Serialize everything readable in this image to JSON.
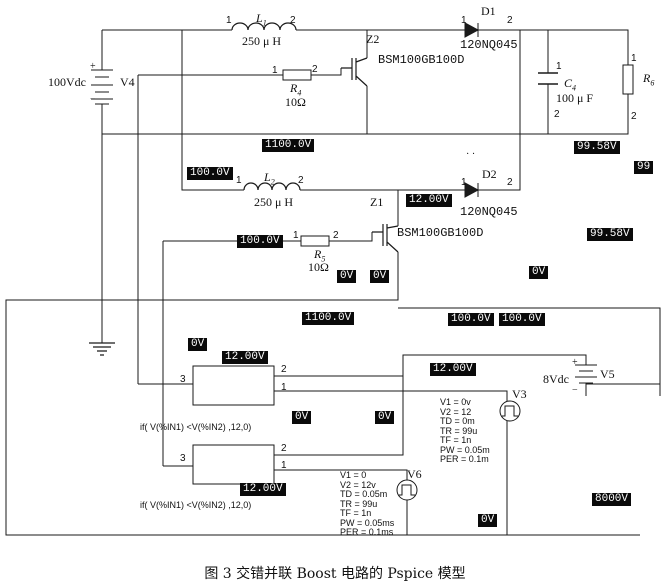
{
  "components": {
    "L1": {
      "name": "L",
      "sub": "1",
      "value": "250 μ H",
      "pin1": "1",
      "pin2": "2"
    },
    "L2": {
      "name": "L",
      "sub": "2",
      "value": "250 μ H",
      "pin1": "1",
      "pin2": "2"
    },
    "D1": {
      "name": "D1",
      "part": "120NQ045",
      "pin1": "1",
      "pin2": "2"
    },
    "D2": {
      "name": "D2",
      "part": "120NQ045",
      "pin1": "1",
      "pin2": "2"
    },
    "Z2": {
      "name": "Z2",
      "part": "BSM100GB100D"
    },
    "Z1": {
      "name": "Z1",
      "part": "BSM100GB100D"
    },
    "R4": {
      "name": "R",
      "sub": "4",
      "value": "10Ω",
      "pin1": "1",
      "pin2": "2"
    },
    "R5": {
      "name": "R",
      "sub": "5",
      "value": "10Ω",
      "pin1": "1",
      "pin2": "2"
    },
    "R6": {
      "name": "R",
      "sub": "6",
      "pin1": "1",
      "pin2": "2"
    },
    "C4": {
      "name": "C",
      "sub": "4",
      "value": "100 μ F",
      "pin1": "1",
      "pin2": "2"
    },
    "V4": {
      "name": "V4",
      "value": "100Vdc",
      "plus": "+",
      "minus": "−"
    },
    "V5": {
      "name": "V5",
      "value": "8Vdc",
      "plus": "+",
      "minus": "−"
    },
    "V3": {
      "name": "V3",
      "params": "V1 = 0v\nV2 = 12\nTD = 0m\nTR = 99u\nTF = 1n\nPW = 0.05m\nPER = 0.1m"
    },
    "V6": {
      "name": "V6",
      "params": "V1 = 0\nV2 = 12v\nTD = 0.05m\nTR = 99u\nTF = 1n\nPW = 0.05ms\nPER = 0.1ms"
    },
    "comp_top": {
      "expr": "if( V(%IN1) <V(%IN2) ,12,0)",
      "pin3": "3",
      "pin2": "2",
      "pin1": "1"
    },
    "comp_bot": {
      "expr": "if( V(%IN1) <V(%IN2) ,12,0)",
      "pin3": "3",
      "pin2": "2",
      "pin1": "1"
    }
  },
  "voltage_markers": [
    "1100.0V",
    "99.58V",
    "99",
    "100.0V",
    "12.00V",
    "100.0V",
    "99.58V",
    "0V",
    "0V",
    "0V",
    "1100.0V",
    "100.0V",
    "100.0V",
    "0V",
    "12.00V",
    "12.00V",
    "0V",
    "0V",
    "12.00V",
    "8000V",
    "0V"
  ],
  "dots": "· ·",
  "caption": "图 3   交错并联 Boost 电路的 Pspice 模型"
}
